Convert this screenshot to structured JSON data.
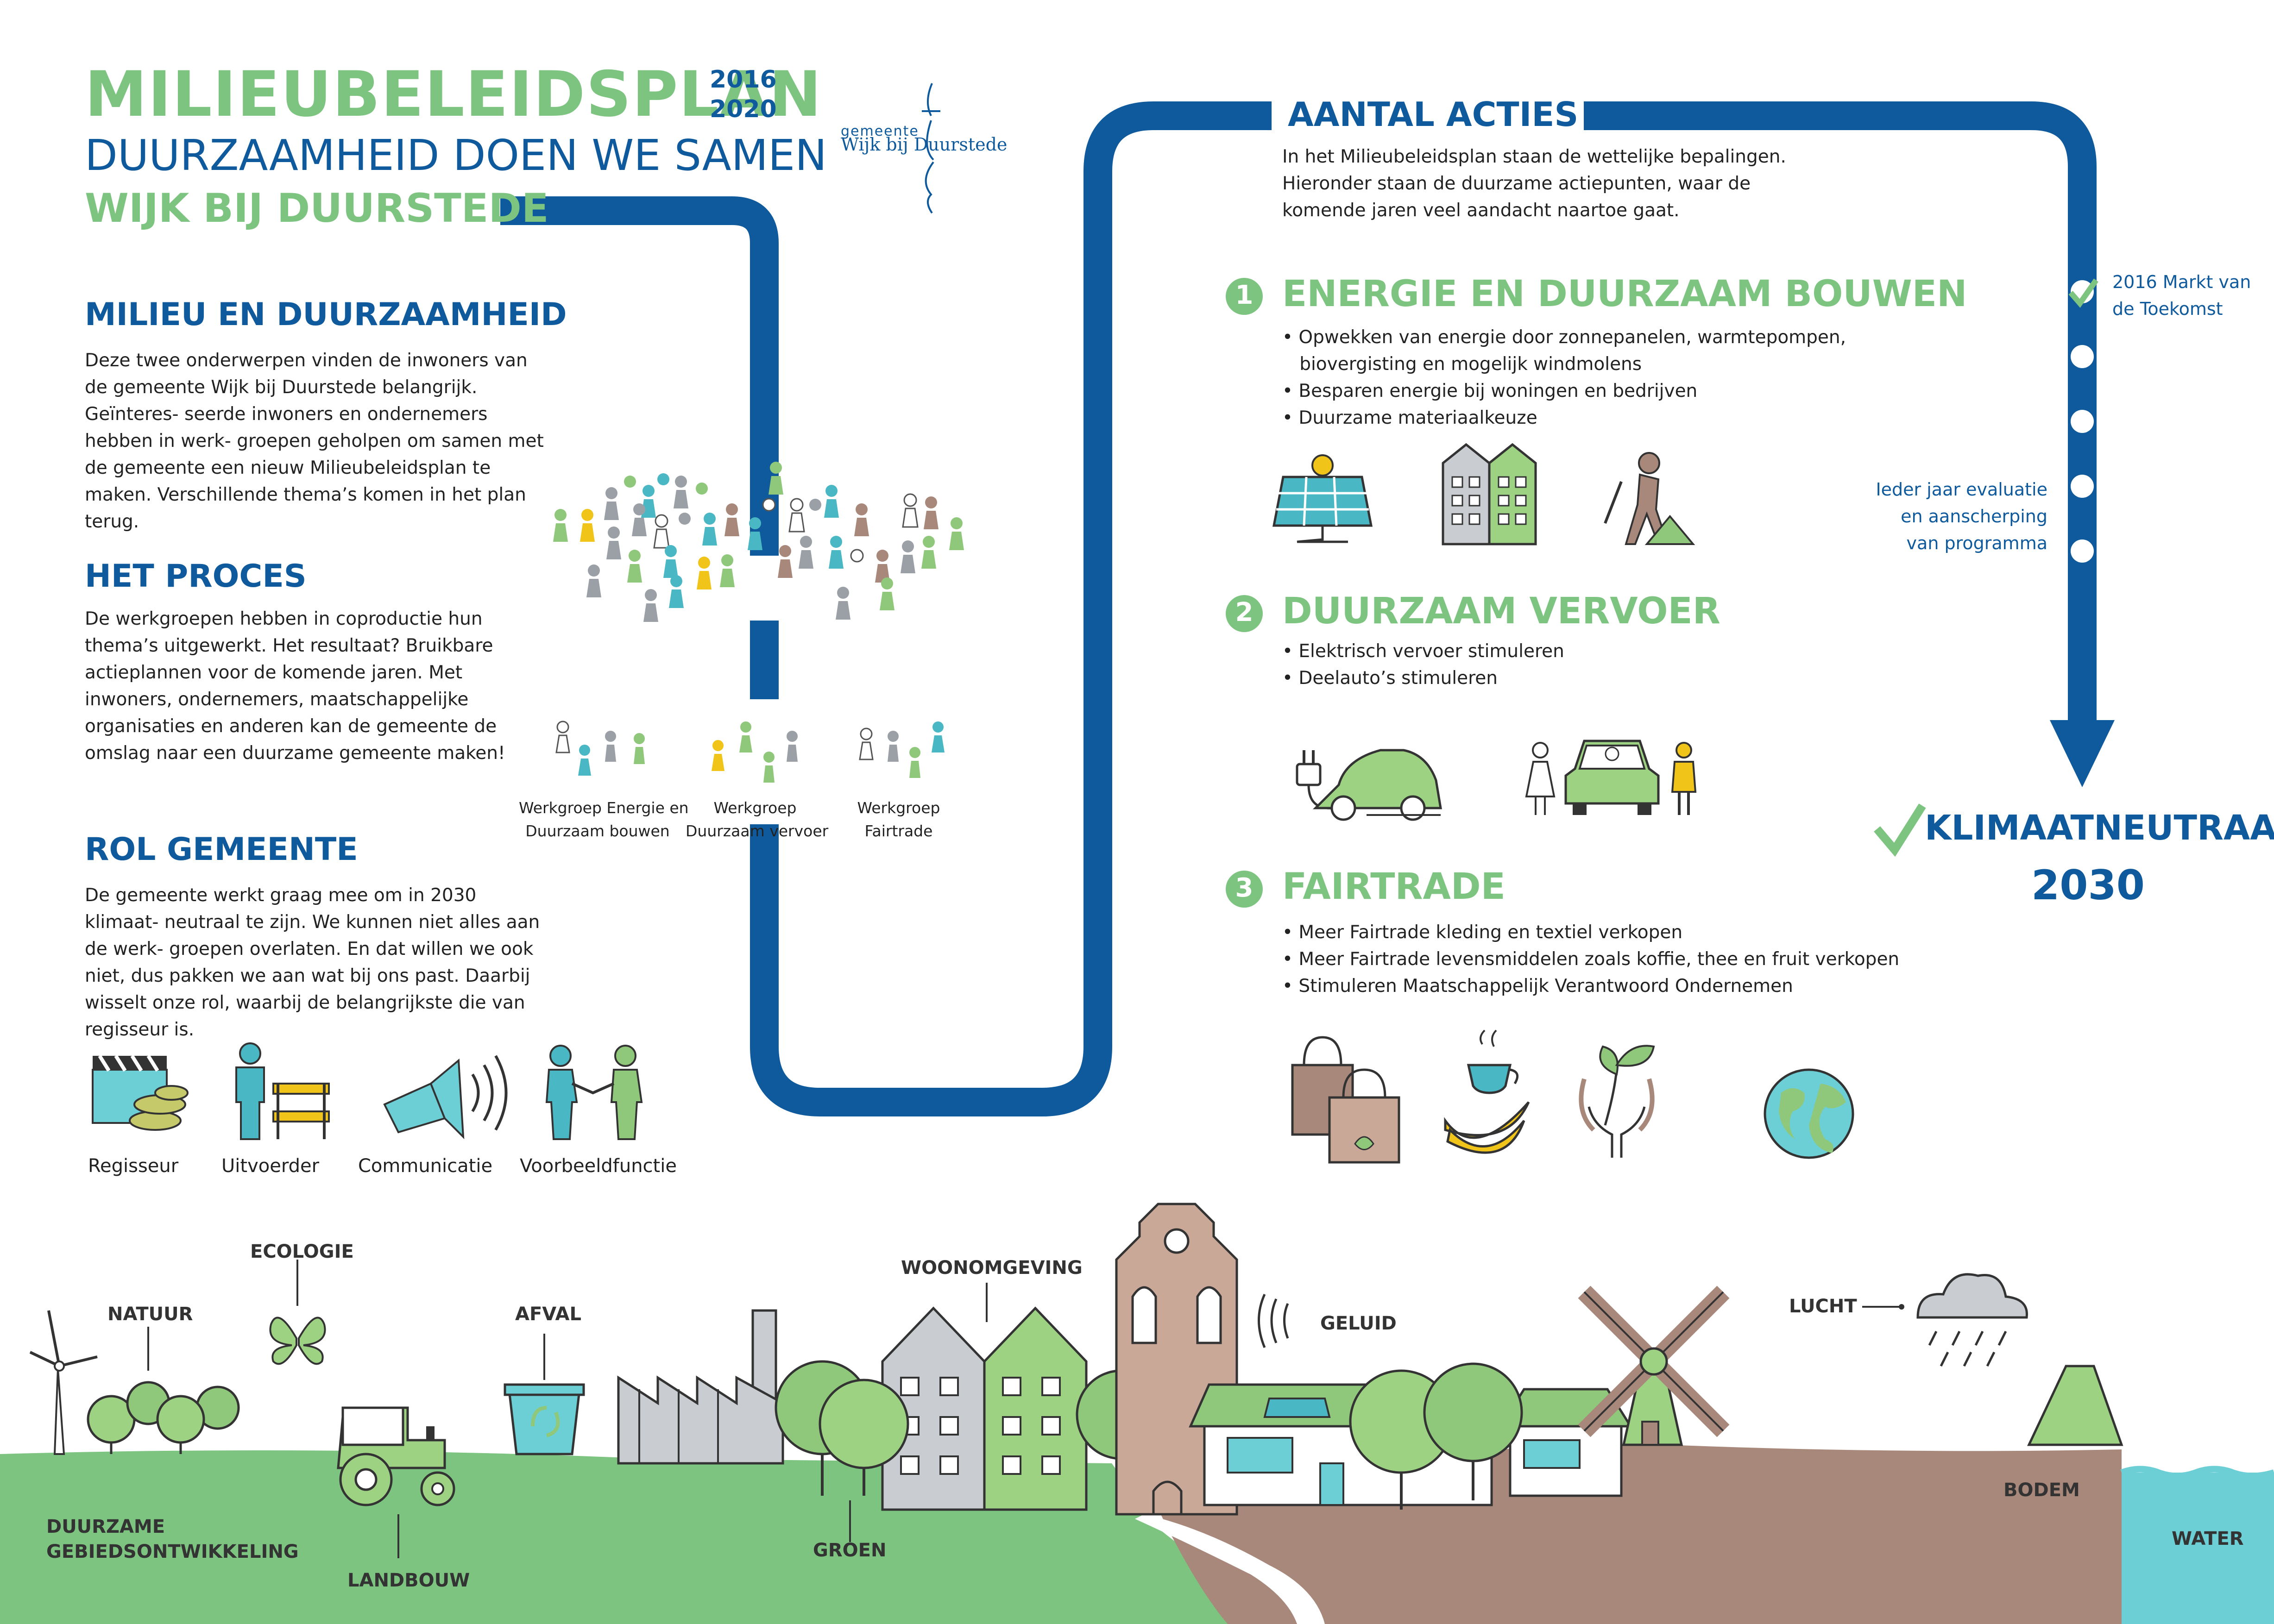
{
  "header": {
    "title": "MILIEUBELEIDSPLAN",
    "years": "2016 2020",
    "subtitle": "DUURZAAMHEID DOEN WE SAMEN",
    "municipality": "WIJK BIJ DUURSTEDE",
    "logo_small": "gemeente",
    "logo_name": "Wijk bij Duurstede"
  },
  "left": {
    "milieu": {
      "heading": "MILIEU EN DUURZAAMHEID",
      "text": "Deze twee onderwerpen vinden de inwoners van de gemeente Wijk bij Duurstede belangrijk. Geïnteres- seerde inwoners en ondernemers hebben in werk- groepen geholpen om samen met de gemeente een nieuw Milieubeleidsplan te maken. Verschillende thema’s komen in het plan terug."
    },
    "proces": {
      "heading": "HET PROCES",
      "text": "De werkgroepen hebben in coproductie hun thema’s uitgewerkt. Het resultaat? Bruikbare actieplannen voor de komende jaren. Met inwoners, ondernemers, maatschappelijke organisaties en anderen kan de gemeente de omslag naar een duurzame gemeente maken!"
    },
    "rol": {
      "heading": "ROL GEMEENTE",
      "text": "De gemeente werkt graag mee om in 2030 klimaat- neutraal te zijn. We kunnen niet alles aan de werk- groepen overlaten. En dat willen we ook niet, dus pakken we aan wat bij ons past. Daarbij wisselt onze rol, waarbij de belangrijkste die van regisseur is."
    },
    "workgroups": [
      {
        "line1": "Werkgroep Energie en",
        "line2": "Duurzaam bouwen"
      },
      {
        "line1": "Werkgroep",
        "line2": "Duurzaam vervoer"
      },
      {
        "line1": "Werkgroep",
        "line2": "Fairtrade"
      }
    ],
    "roles": [
      "Regisseur",
      "Uitvoerder",
      "Communicatie",
      "Voorbeeldfunctie"
    ]
  },
  "actions": {
    "heading": "AANTAL  ACTIES",
    "intro": [
      "In het Milieubeleidsplan staan de wettelijke bepalingen.",
      "Hieronder staan de duurzame  actiepunten, waar de",
      "komende jaren veel aandacht naartoe gaat."
    ],
    "items": [
      {
        "number": "1",
        "title": "ENERGIE EN DUURZAAM BOUWEN",
        "bullets": [
          "• Opwekken van energie door zonnepanelen, warmtepompen,",
          "   biovergisting en mogelijk windmolens",
          "• Besparen energie bij woningen en bedrijven",
          "• Duurzame materiaalkeuze"
        ]
      },
      {
        "number": "2",
        "title": "DUURZAAM VERVOER",
        "bullets": [
          "• Elektrisch vervoer stimuleren",
          "• Deelauto’s stimuleren"
        ]
      },
      {
        "number": "3",
        "title": "FAIRTRADE",
        "bullets": [
          "• Meer Fairtrade kleding en textiel verkopen",
          "• Meer Fairtrade levensmiddelen zoals koffie, thee en fruit verkopen",
          "• Stimuleren Maatschappelijk Verantwoord Ondernemen"
        ]
      }
    ]
  },
  "timeline": {
    "first": [
      "2016 Markt van",
      "de Toekomst"
    ],
    "middle": [
      "Ieder jaar evaluatie",
      "en aanscherping",
      "van programma"
    ],
    "goal": "KLIMAATNEUTRAAL",
    "goal_year": "2030"
  },
  "landscape": {
    "labels": {
      "natuur": "NATUUR",
      "ecologie": "ECOLOGIE",
      "afval": "AFVAL",
      "woonomgeving": "WOONOMGEVING",
      "geluid": "GELUID",
      "lucht": "LUCHT",
      "duurzame1": "DUURZAME",
      "duurzame2": "GEBIEDSONTWIKKELING",
      "landbouw": "LANDBOUW",
      "groen": "GROEN",
      "bodem": "BODEM",
      "water": "WATER"
    }
  },
  "colors": {
    "blue": "#0f5a9c",
    "green": "#7cc47f",
    "ground": "#7cc47f",
    "soil": "#a8887a",
    "water": "#6ccfd6"
  }
}
